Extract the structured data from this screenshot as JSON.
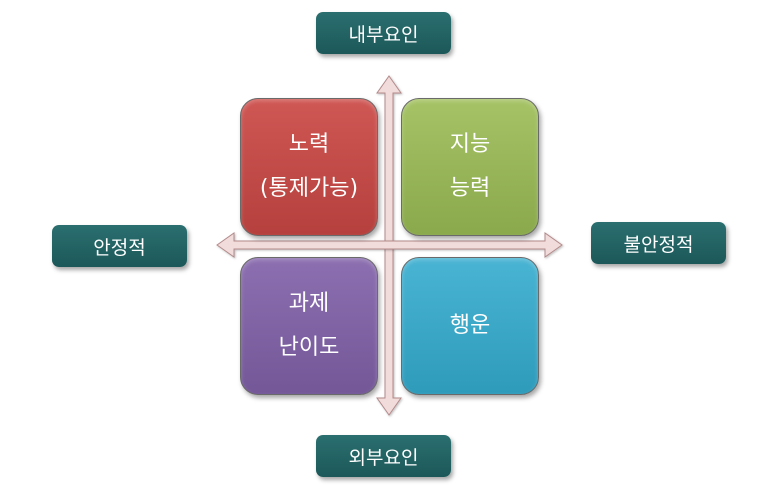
{
  "labels": {
    "top": "내부요인",
    "bottom": "외부요인",
    "left": "안정적",
    "right": "불안정적"
  },
  "quadrants": {
    "top_left": {
      "line1": "노력",
      "line2": "(통제가능)"
    },
    "top_right": {
      "line1": "지능",
      "line2": "능력"
    },
    "bottom_left": {
      "line1": "과제",
      "line2": "난이도"
    },
    "bottom_right": {
      "line1": "행운"
    }
  },
  "colors": {
    "label_box": "#1f5f60",
    "effort": "#c24b48",
    "intelligence": "#9bba58",
    "task_difficulty": "#8064a2",
    "luck": "#3fa8c8",
    "arrow": "#f2dcdb"
  }
}
